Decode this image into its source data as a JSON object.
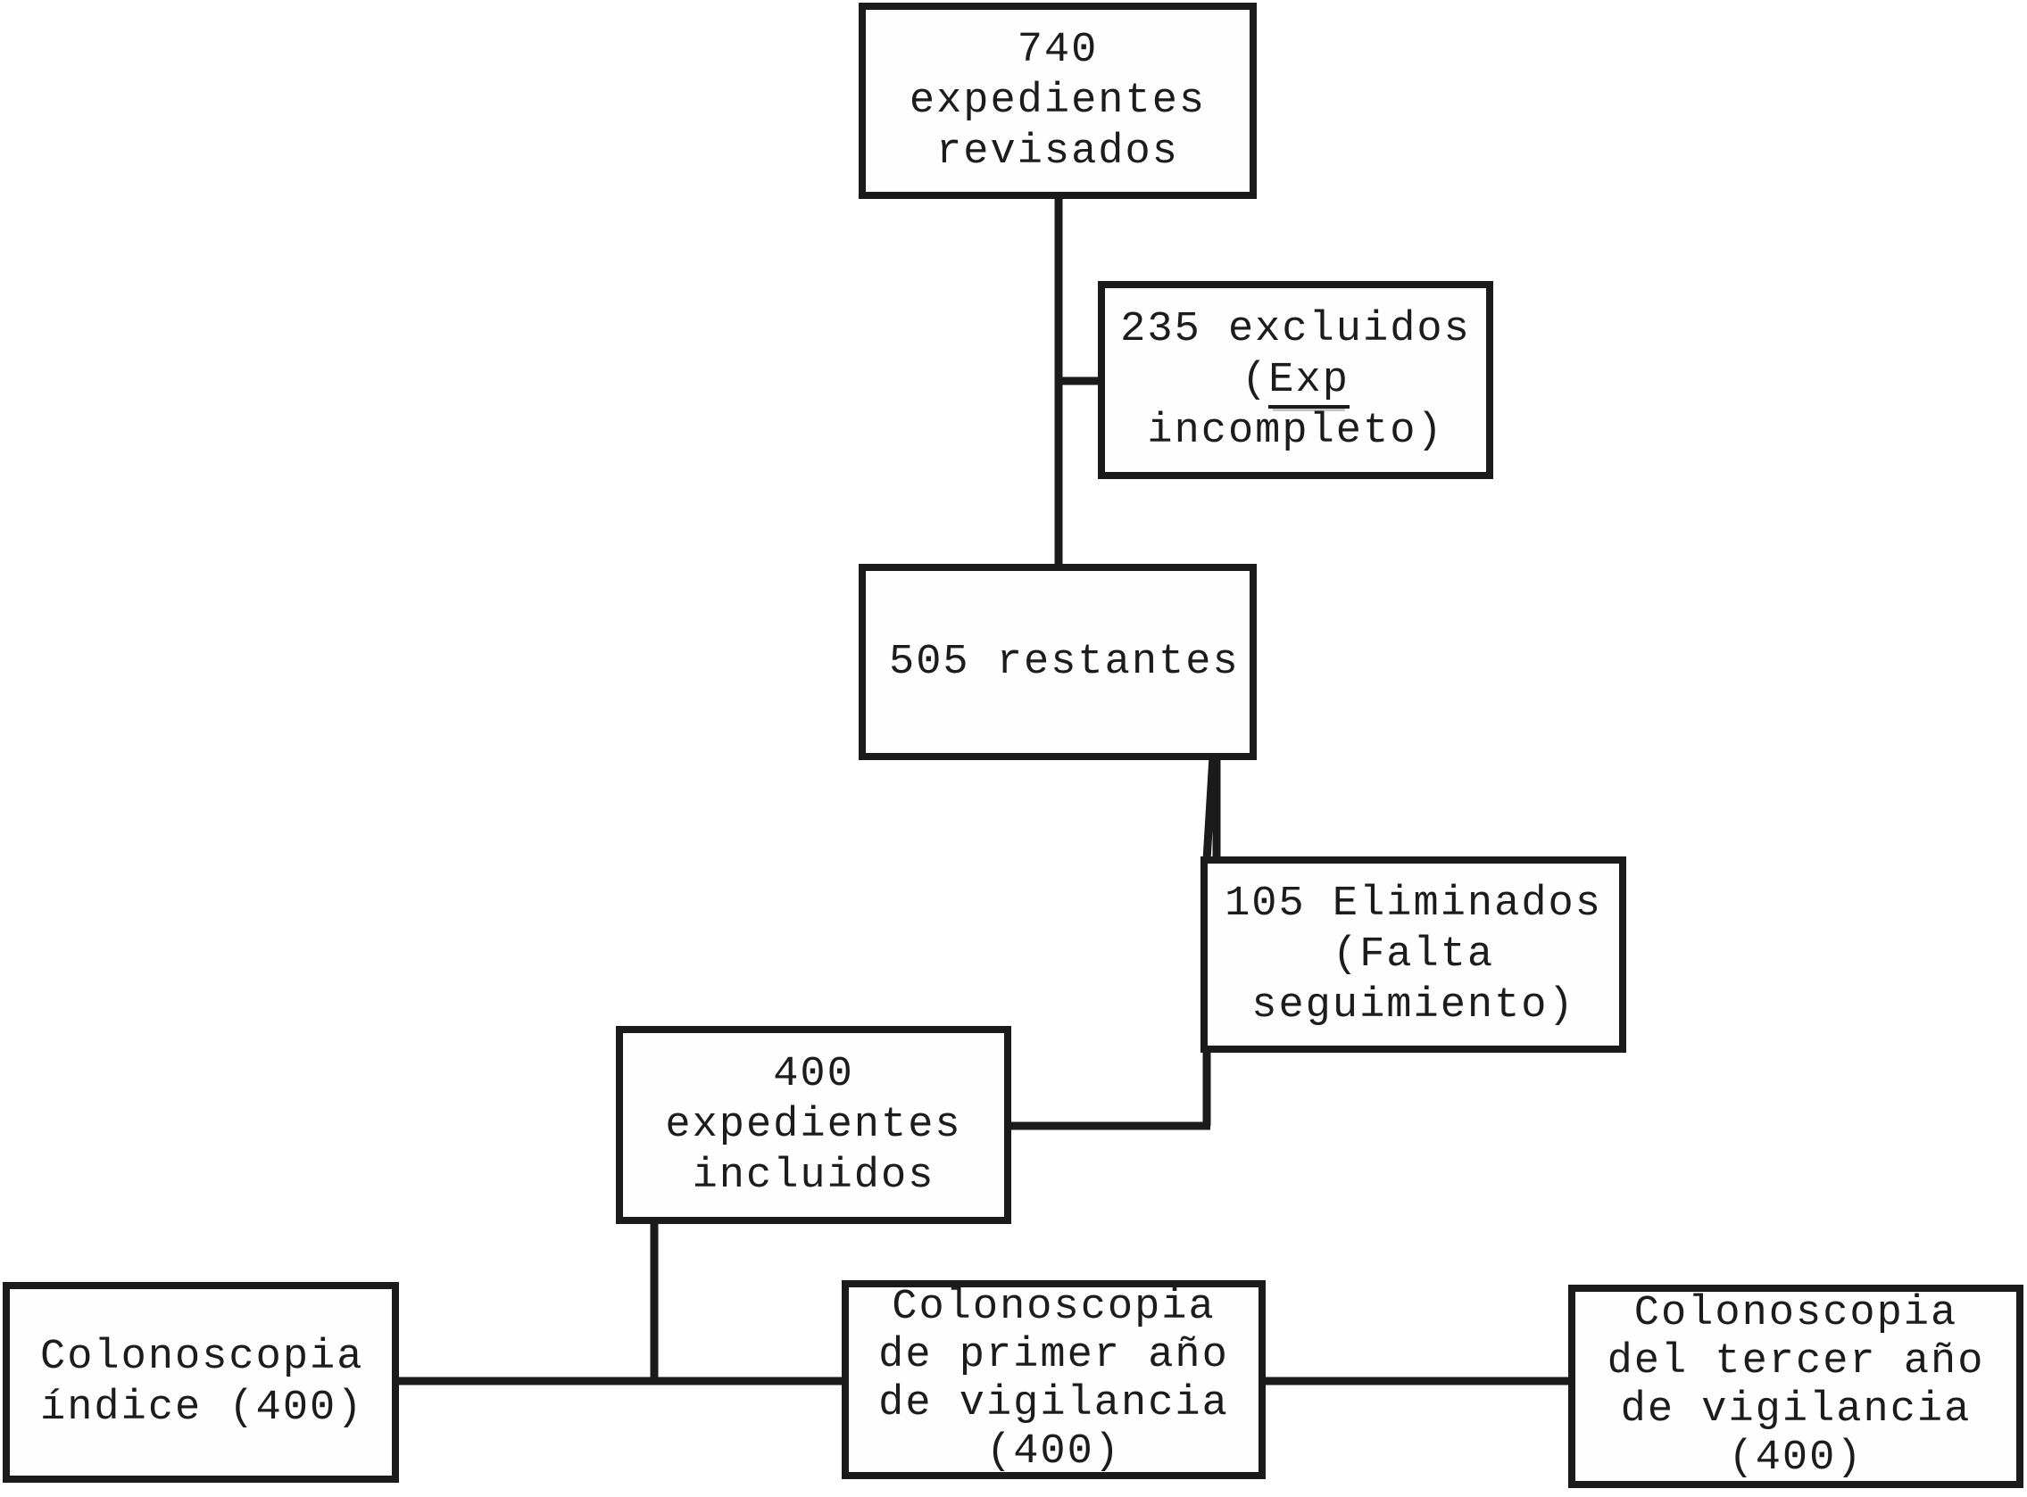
{
  "colors": {
    "line": "#1b1b1b",
    "text": "#1c1c1c",
    "background": "#ffffff"
  },
  "flowchart": {
    "box_740": {
      "line1": "740",
      "line2": "expedientes",
      "line3": "revisados"
    },
    "box_235": {
      "line1": "235 excluidos",
      "line2_open": "(",
      "line2_underlined_word": "Exp",
      "line3": "incompleto)"
    },
    "box_505": {
      "line1": "505 restantes"
    },
    "box_105": {
      "line1": "105 Eliminados",
      "line2": "(Falta",
      "line3": "seguimiento)"
    },
    "box_400": {
      "line1": "400",
      "line2": "expedientes",
      "line3": "incluidos"
    },
    "box_indice": {
      "line1": "Colonoscopia",
      "line2": "índice (400)"
    },
    "box_primer": {
      "line1": "Colonoscopia",
      "line2": "de primer año",
      "line3": "de vigilancia",
      "line4": "(400)"
    },
    "box_tercer": {
      "line1": "Colonoscopia",
      "line2": "del tercer año",
      "line3": "de vigilancia",
      "line4": "(400)"
    }
  }
}
